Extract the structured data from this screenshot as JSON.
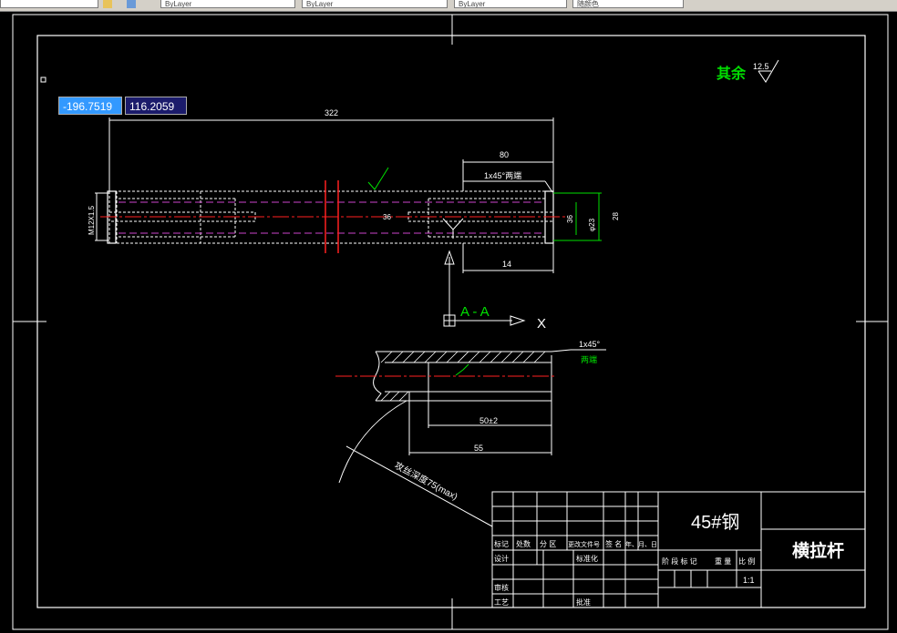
{
  "toolbar": {
    "fields": [
      "",
      "ByLayer",
      "ByLayer",
      "ByLayer",
      "随颜色"
    ]
  },
  "dynamic_input": {
    "x_value": "-196.7519",
    "y_value": "116.2059"
  },
  "roughness": {
    "note_prefix": "其余",
    "value": "12.5"
  },
  "dimensions": {
    "overall_length": "322",
    "right_section": "80",
    "chamfer": "1x45°两端",
    "thread_len": "14",
    "dia_main": "M12X1.5",
    "dia_mid": "36",
    "dia_right": "φ23",
    "dia_right_outer": "28",
    "bore_depth": "50±2",
    "bore_total": "55",
    "chamfer2": "1x45°",
    "chamfer2_note": "两端",
    "leader_note": "攻丝深度75(max)",
    "center_label": "36"
  },
  "section": {
    "label": "A - A"
  },
  "ucs": {
    "x_label": "X"
  },
  "title_block": {
    "material": "45#钢",
    "part_name": "横拉杆",
    "scale": "1:1",
    "row_headers": [
      "标记",
      "处数",
      "分 区",
      "更改文件号",
      "签 名",
      "年、月、日"
    ],
    "left_labels": [
      "设计",
      "审核",
      "工艺"
    ],
    "standard_label": "标准化",
    "approve_label": "批准",
    "stage_headers": [
      "阶 段 标 记",
      "重 量",
      "比 例"
    ]
  },
  "colors": {
    "drawing": "#ffffff",
    "dim": "#ffffff",
    "center": "#ff2020",
    "hidden": "#cc44cc",
    "accent": "#00e000"
  }
}
